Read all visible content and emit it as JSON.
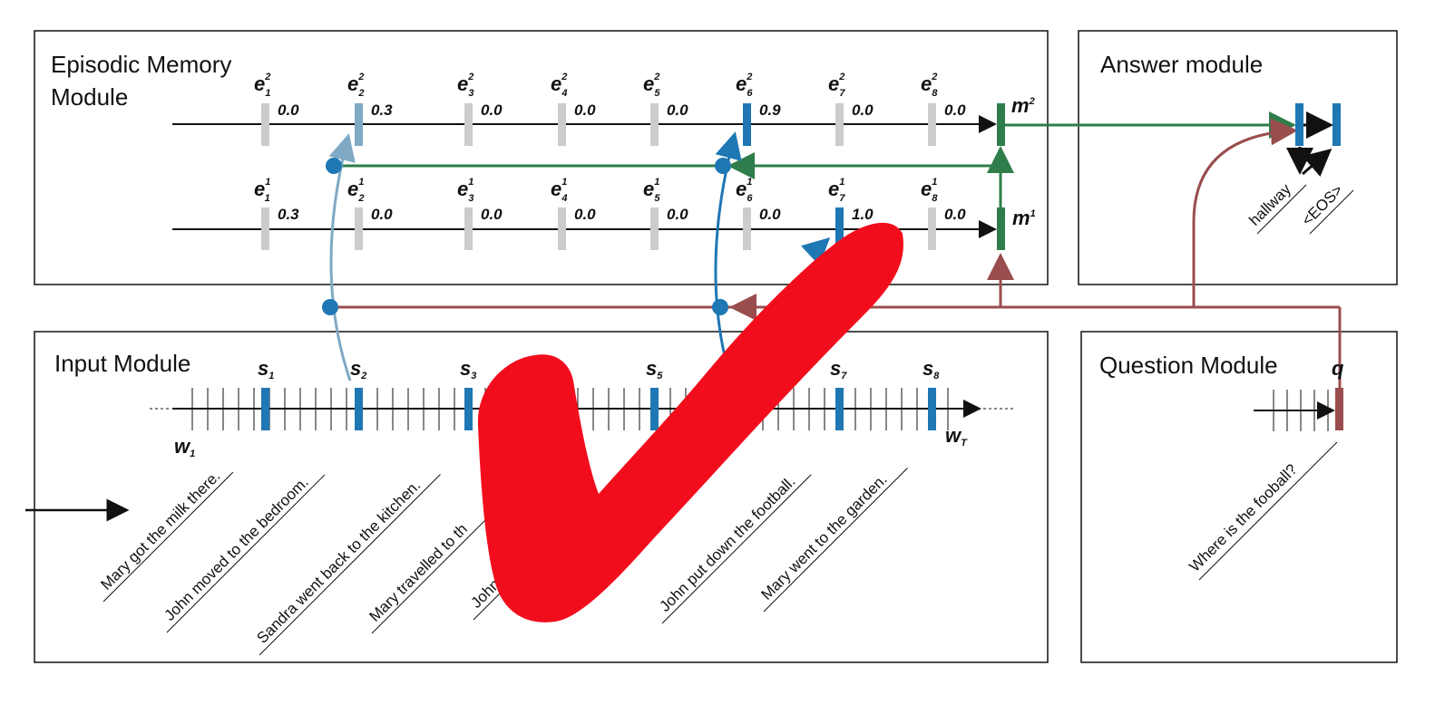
{
  "modules": {
    "episodic_title_line1": "Episodic Memory",
    "episodic_title_line2": "Module",
    "answer_title": "Answer module",
    "input_title": "Input Module",
    "question_title": "Question Module"
  },
  "episodes": {
    "pass2": {
      "values": [
        "0.0",
        "0.3",
        "0.0",
        "0.0",
        "0.0",
        "0.9",
        "0.0",
        "0.0"
      ],
      "sup": "2"
    },
    "pass1": {
      "values": [
        "0.3",
        "0.0",
        "0.0",
        "0.0",
        "0.0",
        "0.0",
        "1.0",
        "0.0"
      ],
      "sup": "1"
    }
  },
  "memory_labels": {
    "m2": "m",
    "m2_sup": "2",
    "m1": "m",
    "m1_sup": "1"
  },
  "episode_var": "e",
  "subscripts": [
    "1",
    "2",
    "3",
    "4",
    "5",
    "6",
    "7",
    "8"
  ],
  "sentence_var": "s",
  "sentence_subscripts_visible": [
    "1",
    "2",
    "3",
    "5",
    "7",
    "8"
  ],
  "word_first": "w",
  "word_first_sub": "1",
  "word_last": "w",
  "word_last_sub": "T",
  "question_var": "q",
  "sentences": [
    "Mary got the milk there.",
    "John moved to the bedroom.",
    "Sandra went back to the kitchen.",
    "Mary travelled to th",
    "John",
    "John put down the football.",
    "Mary went to the garden."
  ],
  "question_text": "Where is the fooball?",
  "answers": [
    "hallway",
    "<EOS>"
  ],
  "colors": {
    "gray_bar": "#cccccc",
    "blue": "#1f77b4",
    "light_blue": "#7fa9c4",
    "green": "#2e7d4a",
    "brown": "#9a4d4d",
    "red_mark": "#f20d1d"
  }
}
